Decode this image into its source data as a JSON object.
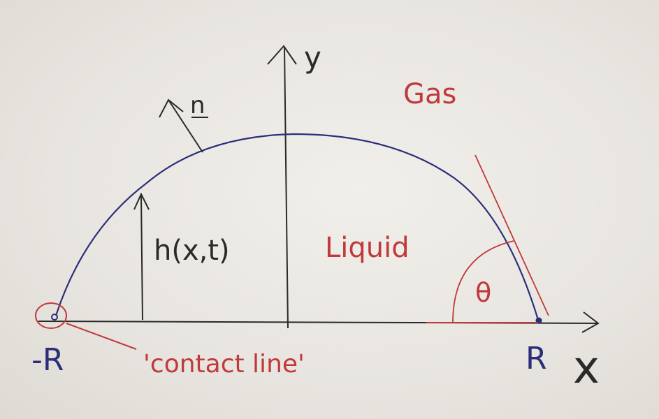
{
  "labels": {
    "y_axis": "y",
    "x_axis": "x",
    "normal": "n",
    "height": "h(x,t)",
    "gas": "Gas",
    "liquid": "Liquid",
    "angle": "θ",
    "left_point": "-R",
    "right_point": "R",
    "contact_line": "'contact line'"
  },
  "colors": {
    "axes": "#2a2a2a",
    "interface": "#2b2f7a",
    "annotation": "#c0393b"
  }
}
